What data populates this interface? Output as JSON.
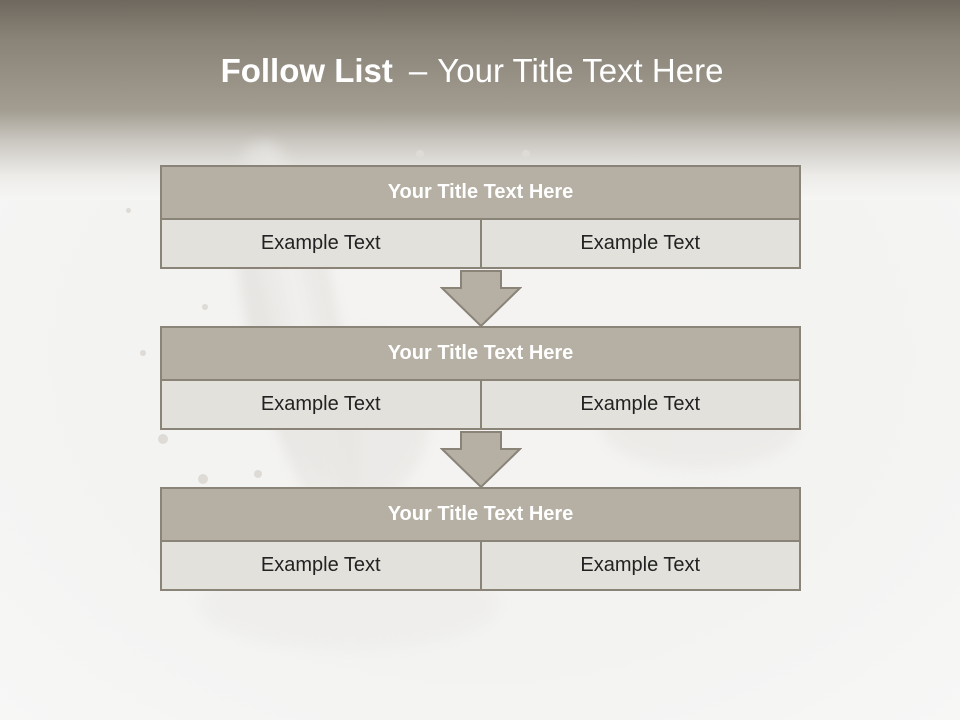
{
  "title": {
    "bold": "Follow List",
    "dash": "–",
    "rest": "Your Title Text Here"
  },
  "blocks": [
    {
      "title": "Your Title Text Here",
      "left": "Example Text",
      "right": "Example Text"
    },
    {
      "title": "Your Title Text Here",
      "left": "Example Text",
      "right": "Example Text"
    },
    {
      "title": "Your Title Text Here",
      "left": "Example Text",
      "right": "Example Text"
    }
  ],
  "colors": {
    "header_gray": "#8a8478",
    "box_title_fill": "#b5b0a3",
    "box_cell_fill": "#e2e1dc",
    "border": "#8a8478"
  }
}
